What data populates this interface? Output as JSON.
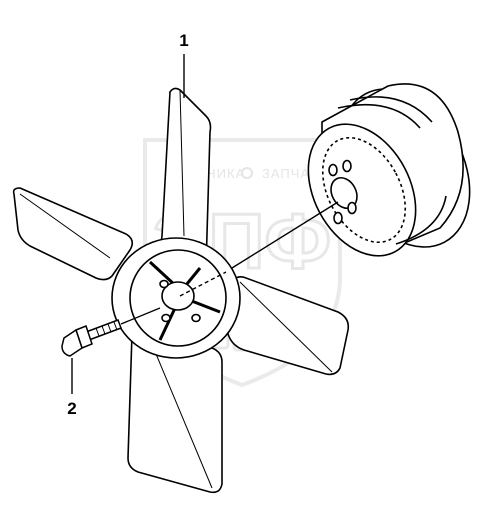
{
  "callouts": [
    {
      "number": "1"
    },
    {
      "number": "2"
    }
  ],
  "watermark": {
    "top_left": "ТЕХНИКА",
    "top_right": "ЗАПЧАСТИ",
    "logo_letters": "ЭПФ"
  },
  "colors": {
    "line": "#000000",
    "paper": "#ffffff",
    "watermark": "#d9d9d9"
  }
}
